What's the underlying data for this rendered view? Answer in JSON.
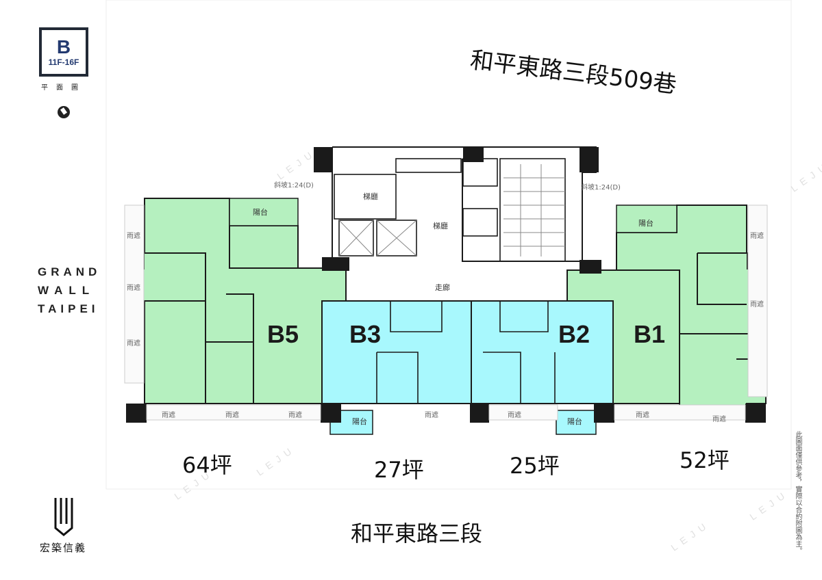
{
  "header": {
    "badge_letter": "B",
    "badge_floors": "11F-16F",
    "badge_caption": "平面圖",
    "lane_label": "和平東路三段509巷"
  },
  "brand": {
    "lines": [
      "GRAND",
      "WALL",
      "TAIPEI"
    ],
    "company": "宏築信義"
  },
  "road_label": "和平東路三段",
  "units": [
    {
      "id": "B5",
      "area": "64坪"
    },
    {
      "id": "B3",
      "area": "27坪"
    },
    {
      "id": "B2",
      "area": "25坪"
    },
    {
      "id": "B1",
      "area": "52坪"
    }
  ],
  "rooms": {
    "elevator_hall_top": "梯廳",
    "elevator_hall_mid": "梯廳",
    "corridor": "走廊",
    "balcony": "陽台",
    "rain_shelter": "雨遮",
    "ramp_left": "斜坡1:24(D)",
    "ramp_right": "斜坡1:24(D)"
  },
  "disclaimer": "此圖面僅供參考，實際以合約附圖為主。",
  "watermark": "LEJU",
  "colors": {
    "green_unit": "#b5f0bf",
    "blue_unit": "#a8f8fd",
    "wall": "#1a1a1a",
    "badge_text": "#233a70"
  }
}
